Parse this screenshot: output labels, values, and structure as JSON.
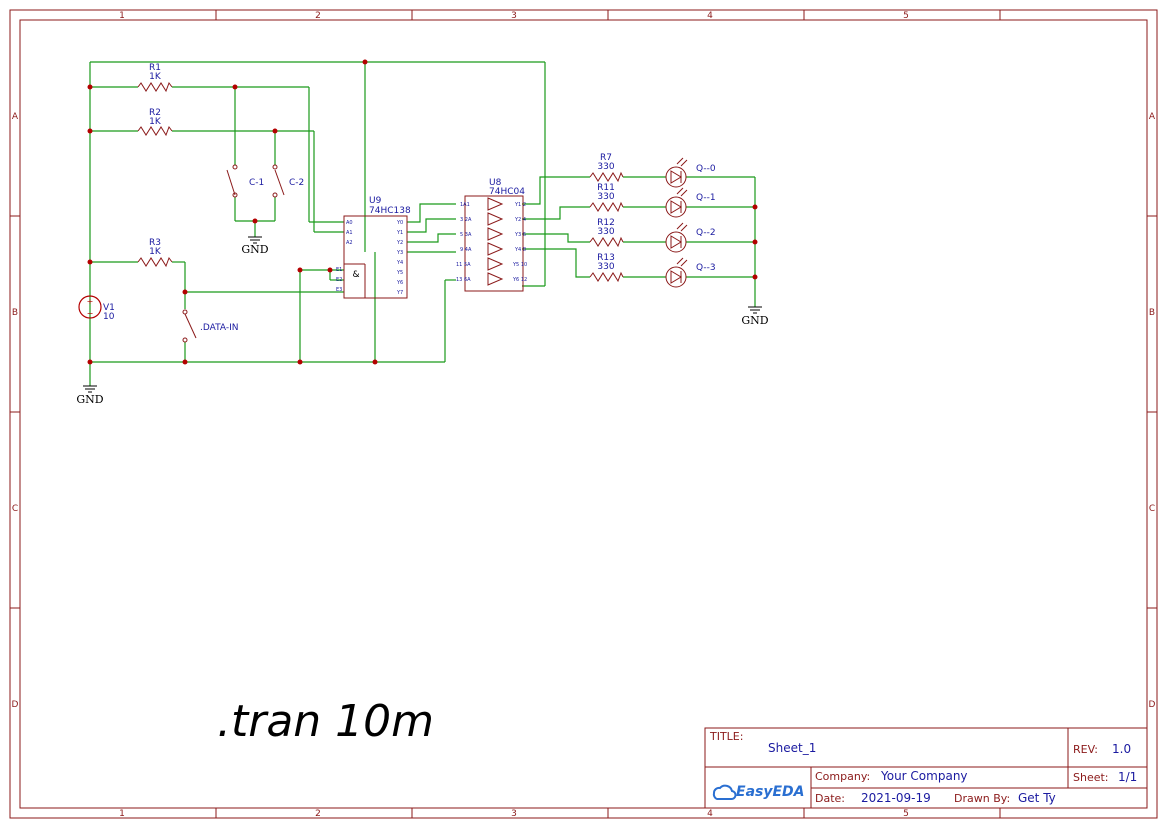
{
  "grid": {
    "columns": [
      "1",
      "2",
      "3",
      "4",
      "5"
    ],
    "rows": [
      "A",
      "B",
      "C",
      "D"
    ]
  },
  "components": {
    "r1": {
      "ref": "R1",
      "value": "1K"
    },
    "r2": {
      "ref": "R2",
      "value": "1K"
    },
    "r3": {
      "ref": "R3",
      "value": "1K"
    },
    "r7": {
      "ref": "R7",
      "value": "330"
    },
    "r11": {
      "ref": "R11",
      "value": "330"
    },
    "r12": {
      "ref": "R12",
      "value": "330"
    },
    "r13": {
      "ref": "R13",
      "value": "330"
    },
    "v1": {
      "ref": "V1",
      "value": "10"
    },
    "switches": {
      "c1": "C-1",
      "c2": "C-2",
      "data_in": ".DATA-IN"
    },
    "u9": {
      "ref": "U9",
      "part": "74HC138",
      "symbol": "&",
      "pins_left": [
        "A0",
        "A1",
        "A2",
        "E1",
        "E2",
        "E3"
      ],
      "pins_right": [
        "Y0",
        "Y1",
        "Y2",
        "Y3",
        "Y4",
        "Y5",
        "Y6",
        "Y7"
      ]
    },
    "u8": {
      "ref": "U8",
      "part": "74HC04",
      "pins_in": [
        "1A1",
        "3 2A",
        "5 3A",
        "9 4A",
        "11 5A",
        "13 6A"
      ],
      "pins_out": [
        "Y1 2",
        "Y2 4",
        "Y3 6",
        "Y4 8",
        "Y5 10",
        "Y6 12"
      ]
    },
    "leds": {
      "q0": "Q--0",
      "q1": "Q--1",
      "q2": "Q--2",
      "q3": "Q--3"
    },
    "gnd": "GND"
  },
  "led_states": {
    "q0": false,
    "q1": false,
    "q2": true,
    "q3": false
  },
  "spice_directive": ".tran 10m",
  "title_block": {
    "title_label": "TITLE:",
    "title": "Sheet_1",
    "rev_label": "REV:",
    "rev": "1.0",
    "company_label": "Company:",
    "company": "Your Company",
    "sheet_label": "Sheet:",
    "sheet": "1/1",
    "date_label": "Date:",
    "date": "2021-09-19",
    "drawn_by_label": "Drawn By:",
    "drawn_by": "Get Ty",
    "logo_text": "EasyEDA"
  },
  "colors": {
    "border": "#8b1a1a",
    "wire": "#1a9a1a",
    "component": "#8b1a1a",
    "label": "#1a1aa0",
    "led_on": "#e00000",
    "logo": "#2a6fd1"
  }
}
